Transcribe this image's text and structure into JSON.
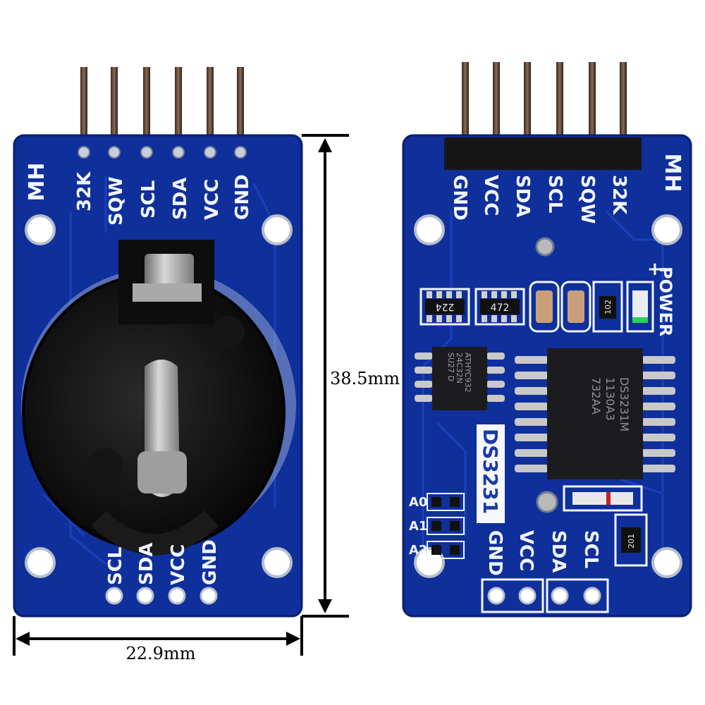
{
  "front": {
    "brand": "MH",
    "top_pins": [
      "32K",
      "SQW",
      "SCL",
      "SDA",
      "VCC",
      "GND"
    ],
    "bottom_pins": [
      "SCL",
      "SDA",
      "VCC",
      "GND"
    ]
  },
  "back": {
    "brand": "MH",
    "top_pins": [
      "GND",
      "VCC",
      "SDA",
      "SCL",
      "SQW",
      "32K"
    ],
    "power_label": "POWER",
    "power_plus": "+",
    "res_array_1": "224",
    "res_array_2": "472",
    "res_102": "102",
    "res_201": "201",
    "eeprom_line1": "ATHYC932",
    "eeprom_line2": "24C32N",
    "eeprom_line3": "SU27 D",
    "rtc_line1": "DS3231M",
    "rtc_line2": "1130A3",
    "rtc_line3": "732AA",
    "model_label": "DS3231",
    "address_labels": [
      "A0",
      "A1",
      "A2"
    ],
    "bottom_pins": [
      "GND",
      "VCC",
      "SDA",
      "SCL"
    ]
  },
  "dimensions": {
    "height": "38.5mm",
    "width": "22.9mm"
  },
  "colors": {
    "pcb": "#0f2f9a",
    "pcb_edge": "#1a3aa6",
    "silkscreen": "#f2f6ff",
    "chip": "#1c1c1e",
    "battery_holder": "#111111"
  }
}
